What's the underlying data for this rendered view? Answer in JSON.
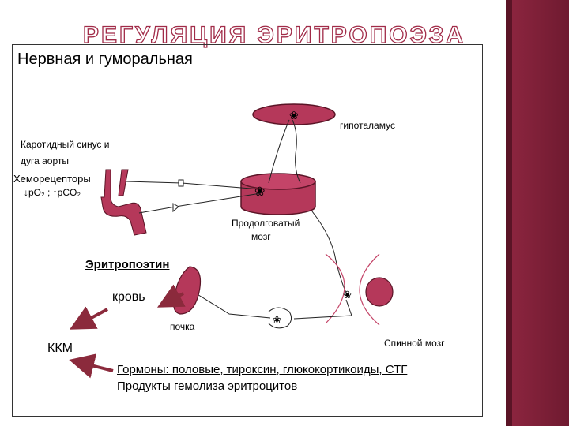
{
  "slide": {
    "title": "РЕГУЛЯЦИЯ ЭРИТРОПОЭЗА",
    "heading": "Нервная и гуморальная"
  },
  "labels": {
    "hypothalamus": "гипоталамус",
    "carotid_line1": "Каротидный синус и",
    "carotid_line2": "дуга аорты",
    "chemoreceptors": "Хеморецепторы",
    "gases": "↓pO₂ ; ↑pCO₂",
    "medulla_line1": "Продолговатый",
    "medulla_line2": "мозг",
    "erythropoietin": "Эритропоэтин",
    "blood": "кровь",
    "kidney": "почка",
    "spinal_cord": "Спинной мозг",
    "kkm": "ККМ",
    "hormones_line1": "Гормоны: половые, тироксин, глюкокортикоиды, СТГ",
    "hormones_line2": "Продукты гемолиза эритроцитов"
  },
  "colors": {
    "organ_fill": "#b5385a",
    "organ_stroke": "#5a1426",
    "arrow": "#8b2a3c",
    "sidebar": "#8e2640"
  }
}
